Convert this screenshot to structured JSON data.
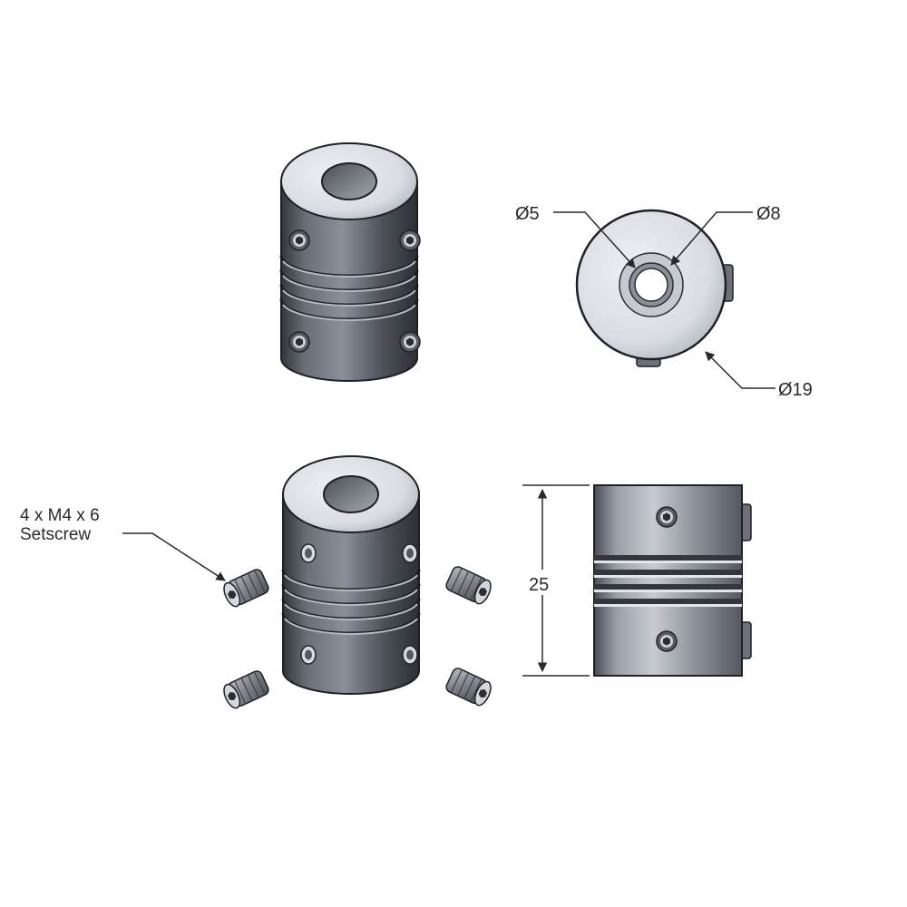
{
  "labels": {
    "bore_small": "Ø5",
    "bore_large": "Ø8",
    "outer_diameter": "Ø19",
    "screw_spec_line1": "4 x M4 x 6",
    "screw_spec_line2": "Setscrew",
    "length": "25"
  },
  "colors": {
    "background": "#ffffff",
    "body_dark": "#3a3d44",
    "body_mid": "#7b7f88",
    "body_light": "#c9ccd2",
    "face_light": "#e9ebef",
    "line": "#2a2a2a"
  },
  "icons": [
    "setscrew-icon"
  ]
}
